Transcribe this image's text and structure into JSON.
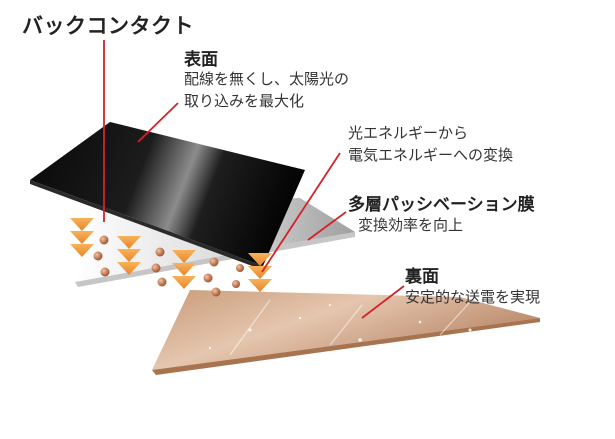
{
  "title": "バックコンタクト",
  "front": {
    "heading": "表面",
    "line1": "配線を無くし、太陽光の",
    "line2": "取り込みを最大化"
  },
  "conversion": {
    "line1": "光エネルギーから",
    "line2": "電気エネルギーへの変換"
  },
  "passivation": {
    "heading": "多層パッシベーション膜",
    "desc": "変換効率を向上"
  },
  "back": {
    "heading": "裏面",
    "desc": "安定的な送電を実現"
  },
  "colors": {
    "leader": "#d2232a",
    "arrow": "#f29a3d",
    "dot": "#b5643a"
  }
}
